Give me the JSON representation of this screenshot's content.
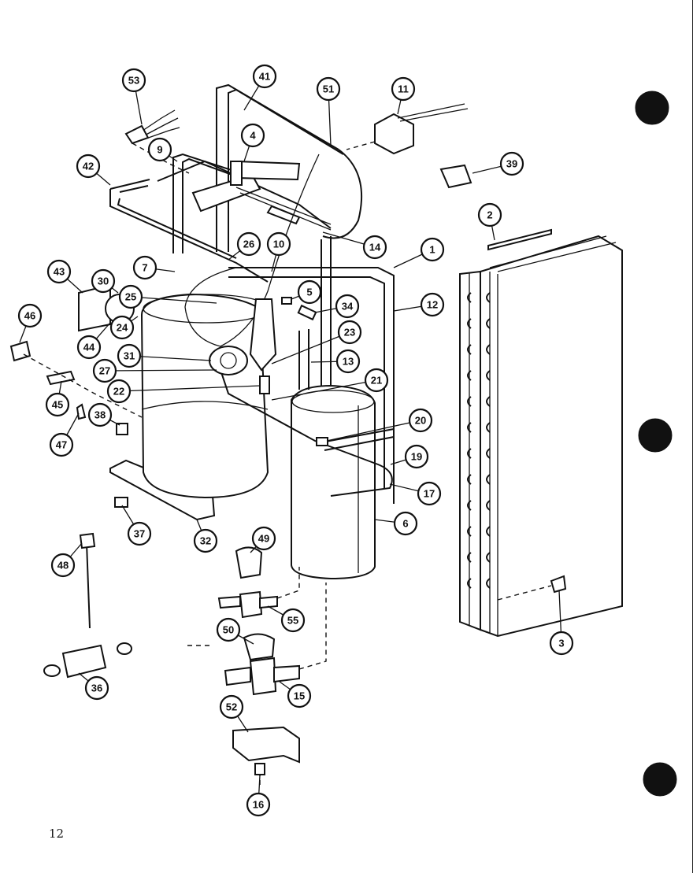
{
  "page_number": "12",
  "callouts": [
    {
      "id": "53"
    },
    {
      "id": "41"
    },
    {
      "id": "51"
    },
    {
      "id": "11"
    },
    {
      "id": "9"
    },
    {
      "id": "4"
    },
    {
      "id": "42"
    },
    {
      "id": "39"
    },
    {
      "id": "2"
    },
    {
      "id": "14"
    },
    {
      "id": "26"
    },
    {
      "id": "10"
    },
    {
      "id": "1"
    },
    {
      "id": "7"
    },
    {
      "id": "43"
    },
    {
      "id": "30"
    },
    {
      "id": "5"
    },
    {
      "id": "12"
    },
    {
      "id": "25"
    },
    {
      "id": "34"
    },
    {
      "id": "46"
    },
    {
      "id": "24"
    },
    {
      "id": "23"
    },
    {
      "id": "44"
    },
    {
      "id": "31"
    },
    {
      "id": "13"
    },
    {
      "id": "27"
    },
    {
      "id": "21"
    },
    {
      "id": "22"
    },
    {
      "id": "45"
    },
    {
      "id": "38"
    },
    {
      "id": "20"
    },
    {
      "id": "47"
    },
    {
      "id": "19"
    },
    {
      "id": "17"
    },
    {
      "id": "6"
    },
    {
      "id": "37"
    },
    {
      "id": "32"
    },
    {
      "id": "49"
    },
    {
      "id": "48"
    },
    {
      "id": "55"
    },
    {
      "id": "3"
    },
    {
      "id": "50"
    },
    {
      "id": "36"
    },
    {
      "id": "15"
    },
    {
      "id": "52"
    },
    {
      "id": "16"
    }
  ]
}
